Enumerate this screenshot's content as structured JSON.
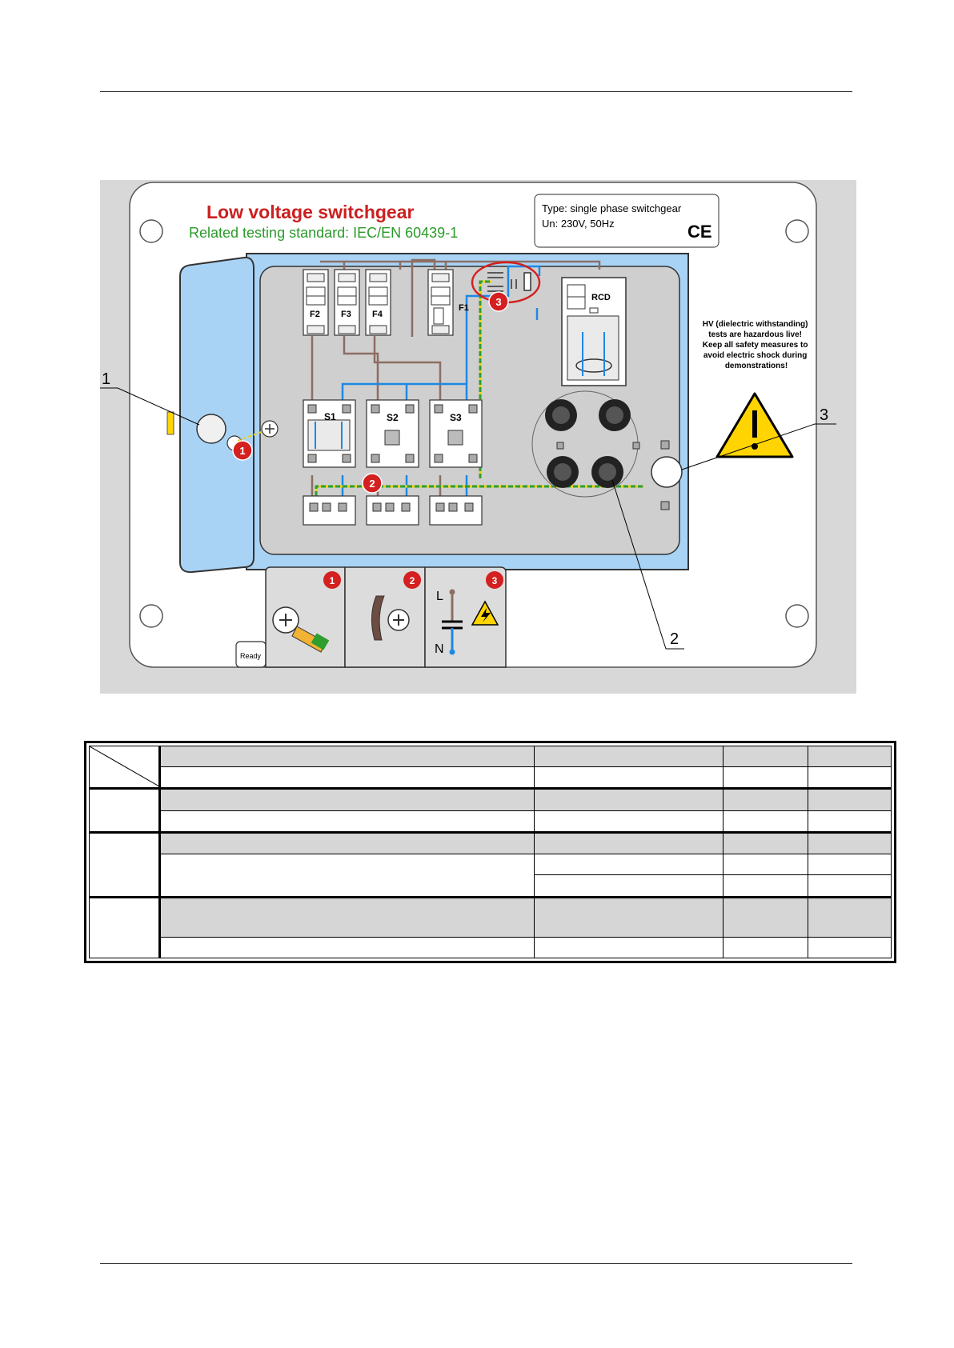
{
  "figure": {
    "title": "Low voltage switchgear",
    "subtitle": "Related testing standard: IEC/EN 60439-1",
    "type_line": "Type: single phase switchgear",
    "un_line": "Un: 230V, 50Hz",
    "ce_mark": "CE",
    "rcd_label": "RCD",
    "fuse_labels": [
      "F2",
      "F3",
      "F4",
      "F1"
    ],
    "switch_labels": [
      "S1",
      "S2",
      "S3"
    ],
    "warning_text": [
      "HV (dielectric withstanding)",
      "tests are hazardous live!",
      "Keep all safety measures to",
      "avoid electric shock during",
      "demonstrations!"
    ],
    "callouts": [
      "1",
      "2",
      "3"
    ],
    "markers": [
      "1",
      "2",
      "3"
    ],
    "panel_letters": [
      "L",
      "N"
    ],
    "ready_tab": "Ready",
    "colors": {
      "title_red": "#cc1f1f",
      "subtitle_green": "#2a9a2a",
      "panel_blue": "#a9d3f5",
      "inner_grey": "#cfcfcf",
      "wire_blue": "#1e88e5",
      "wire_brown": "#8d6e63",
      "marker_red": "#d42020",
      "warning_yellow": "#ffd400"
    }
  }
}
